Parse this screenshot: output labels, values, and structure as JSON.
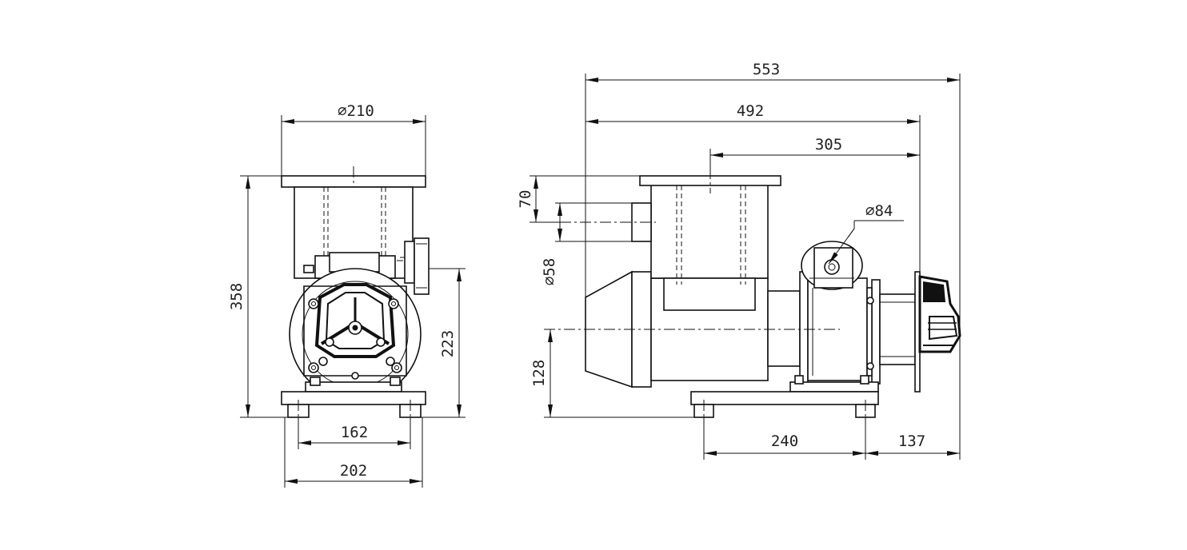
{
  "colors": {
    "line": "#111111",
    "background": "#ffffff"
  },
  "front_view": {
    "dim_top_flange_diameter": "⌀210",
    "dim_overall_height": "358",
    "dim_shaft_height": "223",
    "dim_foot_hole_spacing": "162",
    "dim_base_width": "202"
  },
  "side_view": {
    "dim_overall_length": "553",
    "dim_length_to_motor_end": "492",
    "dim_head_to_motor_end": "305",
    "dim_handwheel_diameter": "⌀84",
    "dim_flange_offset": "70",
    "dim_port_diameter": "⌀58",
    "dim_axis_height": "128",
    "dim_base_length": "240",
    "dim_motor_overhang": "137"
  }
}
